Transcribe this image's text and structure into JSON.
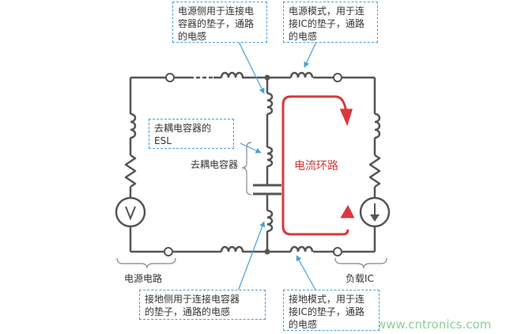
{
  "callouts": {
    "top_left": "电源侧用于连接电\n容器的垫子，通路\n的电感",
    "top_right": "电源模式，用于连\n接IC的垫子，通路\n的电感",
    "esl": "去耦电容器的\nESL",
    "bottom_left": "接地侧用于连接电容器\n的垫子，通路的电感",
    "bottom_right": "接地模式，用于连\n接IC的垫子，通路\n的电感"
  },
  "labels": {
    "capacitor": "去耦电容器",
    "loop": "电流环路",
    "power_circuit": "电源电路",
    "load_ic": "负载IC",
    "watermark": "www.cntronics.com"
  },
  "colors": {
    "wire": "#555555",
    "loop": "#d9383a",
    "callout_border": "#4a9fd8",
    "bracket": "#888888",
    "watermark": "#8fcf9a"
  },
  "symbols": {
    "voltage_source": "v-icon",
    "current_source": "down-arrow-icon"
  }
}
